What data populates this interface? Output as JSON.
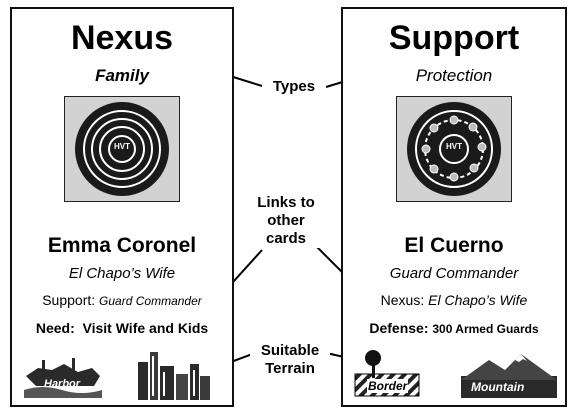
{
  "left_card": {
    "title": "Nexus",
    "type": "Family",
    "target_label": "HVT",
    "name": "Emma Coronel",
    "role": "El Chapo’s Wife",
    "link_label": "Support:",
    "link_value": "Guard Commander",
    "need_label": "Need:",
    "need_value": "Visit Wife and Kids",
    "terrain_1_label": "Harbor"
  },
  "right_card": {
    "title": "Support",
    "type": "Protection",
    "target_label": "HVT",
    "name": "El Cuerno",
    "role": "Guard Commander",
    "link_label": "Nexus:",
    "link_value": "El Chapo’s Wife",
    "defense_label": "Defense:",
    "defense_value": "300 Armed Guards",
    "terrain_1_label": "Border",
    "terrain_2_label": "Mountain"
  },
  "annotations": {
    "types": "Types",
    "links_line1": "Links to",
    "links_line2": "other",
    "links_line3": "cards",
    "terrain_line1": "Suitable",
    "terrain_line2": "Terrain"
  },
  "colors": {
    "border": "#111111",
    "target_bg": "#d2d2d2",
    "ring": "#1a1a1a"
  }
}
